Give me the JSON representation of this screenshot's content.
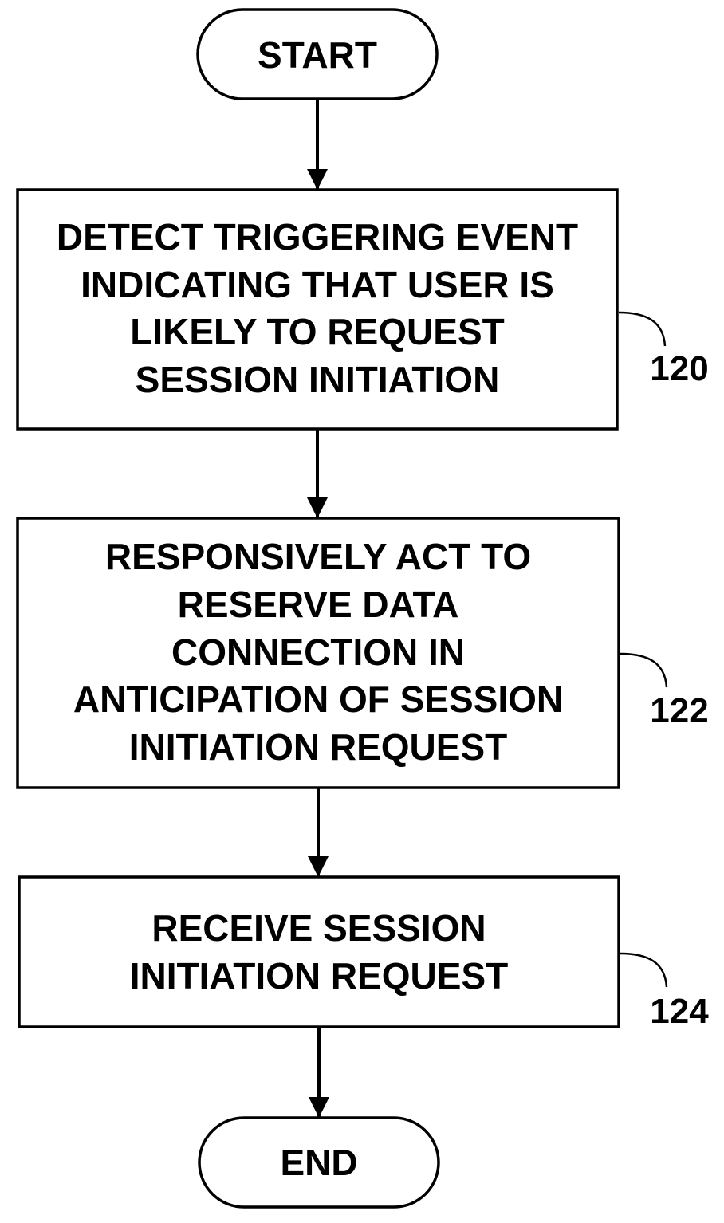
{
  "diagram": {
    "start": {
      "label": "START"
    },
    "steps": [
      {
        "ref": "120",
        "lines": [
          "DETECT TRIGGERING EVENT",
          "INDICATING THAT USER IS",
          "LIKELY TO REQUEST",
          "SESSION INITIATION"
        ]
      },
      {
        "ref": "122",
        "lines": [
          "RESPONSIVELY ACT TO",
          "RESERVE DATA",
          "CONNECTION IN",
          "ANTICIPATION OF SESSION",
          "INITIATION REQUEST"
        ]
      },
      {
        "ref": "124",
        "lines": [
          "RECEIVE SESSION",
          "INITIATION REQUEST"
        ]
      }
    ],
    "end": {
      "label": "END"
    },
    "colors": {
      "stroke": "#000000",
      "background": "#ffffff"
    }
  }
}
